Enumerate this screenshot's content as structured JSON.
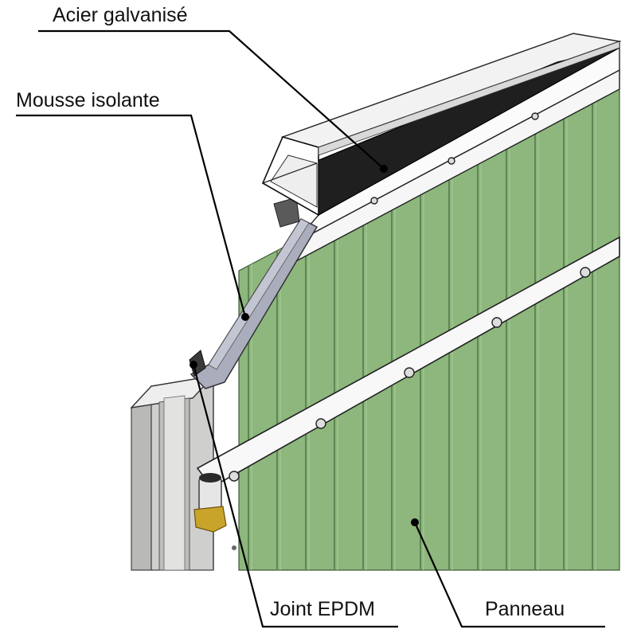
{
  "labels": {
    "acier": "Acier galvanisé",
    "mousse": "Mousse isolante",
    "joint": "Joint EPDM",
    "panneau": "Panneau"
  },
  "colors": {
    "panel_green": "#8db77d",
    "panel_rib": "#5f8553",
    "steel_top": "#1f1f1f",
    "frame_white": "#f7f7f7",
    "outline": "#222222",
    "foam_strut": "#a9adbc",
    "post_gray": "#c4c4c2",
    "brass": "#c9a42a"
  }
}
